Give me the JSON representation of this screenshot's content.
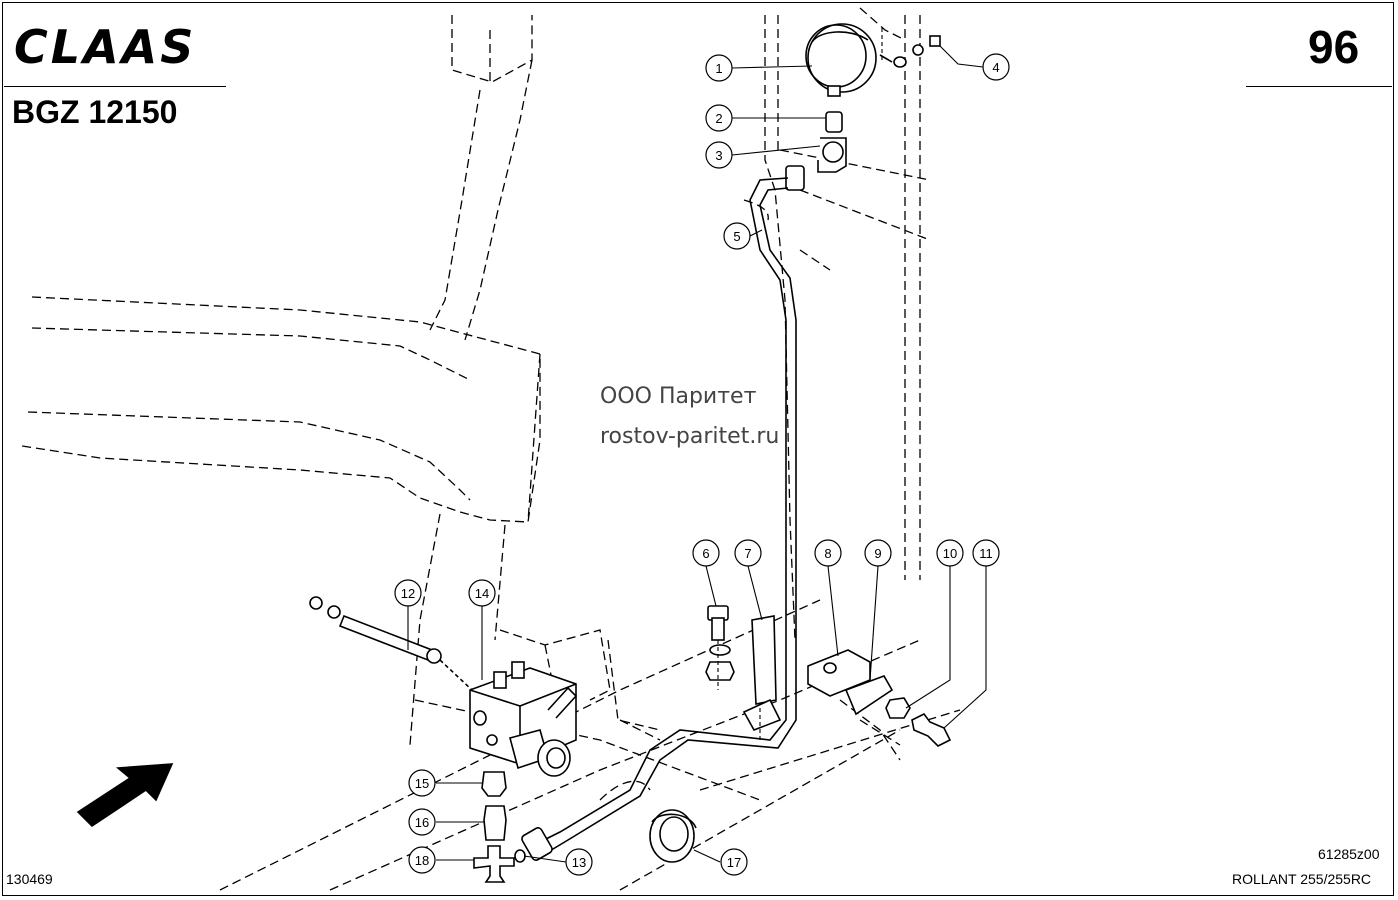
{
  "header": {
    "logo": "CLAAS",
    "doc_code": "BGZ 12150",
    "page_number": "96"
  },
  "watermark": {
    "line1": "ООО Паритет",
    "line2": "rostov-paritet.ru"
  },
  "footer": {
    "drawing_id": "61285z00",
    "model": "ROLLANT 255/255RC",
    "sheet_id": "130469"
  },
  "callouts": {
    "c1": "1",
    "c2": "2",
    "c3": "3",
    "c4": "4",
    "c5": "5",
    "c6": "6",
    "c7": "7",
    "c8": "8",
    "c9": "9",
    "c10": "10",
    "c11": "11",
    "c12": "12",
    "c13": "13",
    "c14": "14",
    "c15": "15",
    "c16": "16",
    "c17": "17",
    "c18": "18"
  },
  "icons": {
    "direction_arrow": "direction-arrow-icon",
    "gauge": "pressure-gauge-icon"
  }
}
